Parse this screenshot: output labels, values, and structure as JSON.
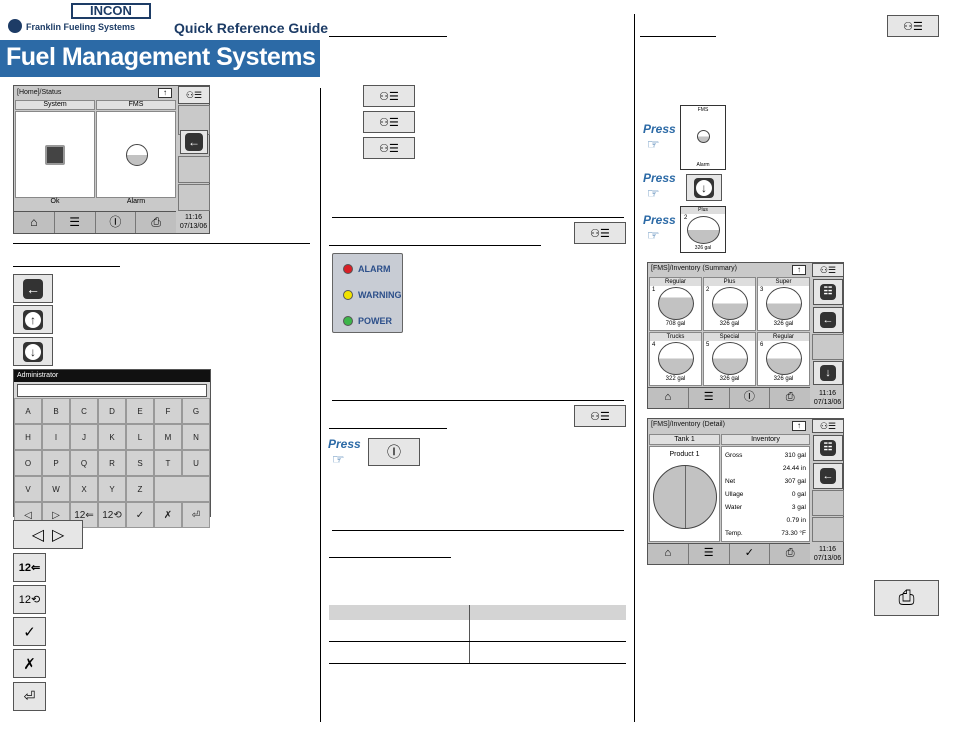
{
  "header": {
    "brand": "INCON",
    "company": "Franklin Fueling Systems",
    "guide": "Quick Reference Guide",
    "title": "Fuel Management Systems"
  },
  "status_screen": {
    "path": "[Home]/Status",
    "col_system": "System",
    "col_fms": "FMS",
    "system_state": "Ok",
    "fms_state": "Alarm",
    "clock_time": "11:16",
    "clock_date": "07/13/06"
  },
  "keyboard": {
    "user": "Administrator",
    "rows": [
      [
        "A",
        "B",
        "C",
        "D",
        "E",
        "F",
        "G"
      ],
      [
        "H",
        "I",
        "J",
        "K",
        "L",
        "M",
        "N"
      ],
      [
        "O",
        "P",
        "Q",
        "R",
        "S",
        "T",
        "U"
      ],
      [
        "V",
        "W",
        "X",
        "Y",
        "Z"
      ]
    ],
    "func_keys": [
      "◁",
      "▷",
      "12⇐",
      "12⟲",
      "✓",
      "✗",
      "⏎"
    ]
  },
  "leds": {
    "alarm": "ALARM",
    "warning": "WARNING",
    "power": "POWER",
    "alarm_color": "#d81f26",
    "warning_color": "#f1e300",
    "power_color": "#3db54a"
  },
  "press_label": "Press",
  "mini_tank": {
    "top": "FMS",
    "bottom": "Alarm"
  },
  "plus_tank": {
    "name": "Plus",
    "number": "2",
    "volume": "326 gal"
  },
  "inventory_summary": {
    "path": "[FMS]/Inventory (Summary)",
    "tanks": [
      {
        "name": "Regular",
        "num": "1",
        "vol": "708 gal"
      },
      {
        "name": "Plus",
        "num": "2",
        "vol": "326 gal"
      },
      {
        "name": "Super",
        "num": "3",
        "vol": "326 gal"
      },
      {
        "name": "Trucks",
        "num": "4",
        "vol": "322 gal"
      },
      {
        "name": "Special",
        "num": "5",
        "vol": "326 gal"
      },
      {
        "name": "Regular",
        "num": "6",
        "vol": "326 gal"
      }
    ],
    "clock_time": "11:16",
    "clock_date": "07/13/06"
  },
  "inventory_detail": {
    "path": "[FMS]/Inventory (Detail)",
    "tank_label": "Tank 1",
    "inv_label": "Inventory",
    "product": "Product 1",
    "rows": [
      {
        "k": "Gross",
        "v": "310 gal"
      },
      {
        "k": "",
        "v": "24.44 in"
      },
      {
        "k": "Net",
        "v": "307 gal"
      },
      {
        "k": "Ullage",
        "v": "0 gal"
      },
      {
        "k": "Water",
        "v": "3 gal"
      },
      {
        "k": "",
        "v": "0.79 in"
      },
      {
        "k": "Temp.",
        "v": "73.30 °F"
      }
    ],
    "clock_time": "11:16",
    "clock_date": "07/13/06"
  }
}
